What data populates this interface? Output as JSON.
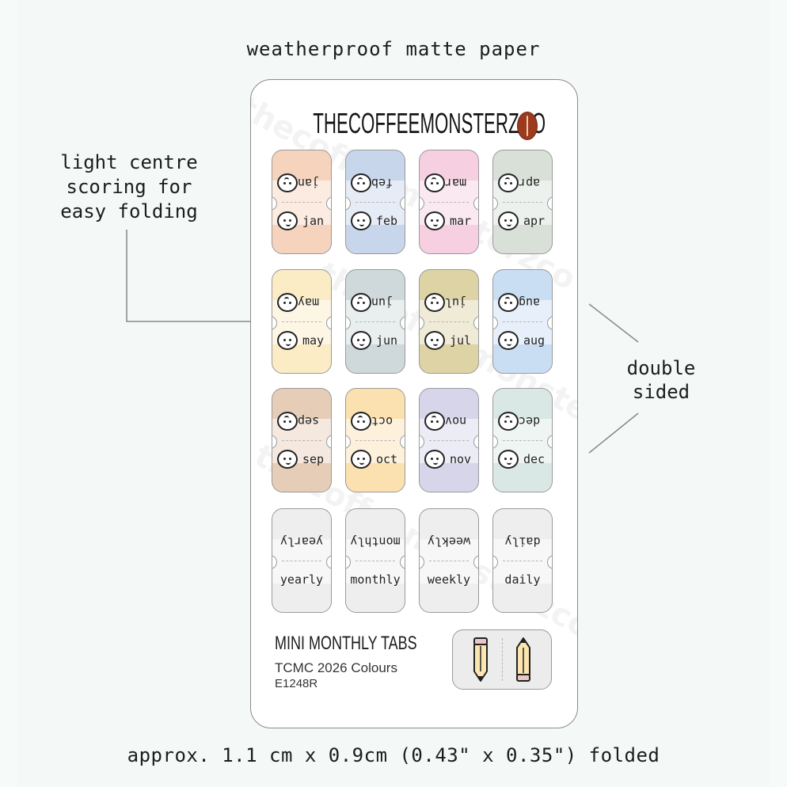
{
  "captions": {
    "top": "weatherproof matte paper",
    "side": "light centre scoring for easy folding",
    "double": "double sided",
    "bottom": "approx. 1.1 cm x 0.9cm (0.43\" x 0.35\") folded"
  },
  "sheet": {
    "brand": "THECOFFEEMONSTERZCO",
    "watermark": "thecoffeemonsterzco",
    "footer_title": "MINI MONTHLY TABS",
    "footer_subtitle": "TCMC 2026 Colours",
    "footer_code": "E1248R"
  },
  "tabs": [
    {
      "label": "jan",
      "color": "#f6d3bd"
    },
    {
      "label": "feb",
      "color": "#c7d6ea"
    },
    {
      "label": "mar",
      "color": "#f6cfe0"
    },
    {
      "label": "apr",
      "color": "#d8e0d8"
    },
    {
      "label": "may",
      "color": "#fbecc5"
    },
    {
      "label": "jun",
      "color": "#cfd9dc"
    },
    {
      "label": "jul",
      "color": "#ddd3a4"
    },
    {
      "label": "aug",
      "color": "#c9def3"
    },
    {
      "label": "sep",
      "color": "#e6cdb8"
    },
    {
      "label": "oct",
      "color": "#fbe0b0"
    },
    {
      "label": "nov",
      "color": "#d6d5ea"
    },
    {
      "label": "dec",
      "color": "#d9e8e4"
    },
    {
      "label": "yearly",
      "color": "#eeeeee"
    },
    {
      "label": "monthly",
      "color": "#eeeeee"
    },
    {
      "label": "weekly",
      "color": "#eeeeee"
    },
    {
      "label": "daily",
      "color": "#eeeeee"
    }
  ]
}
